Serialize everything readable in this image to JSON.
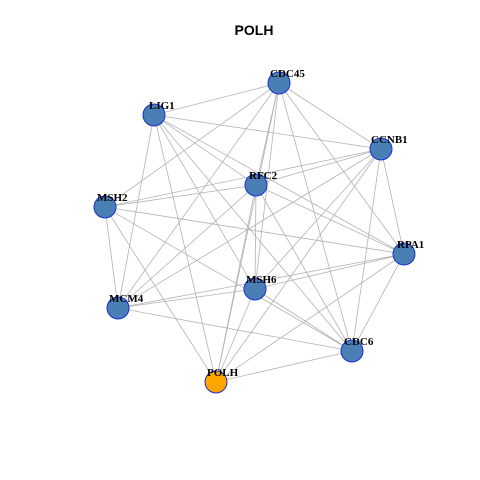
{
  "title": "POLH",
  "colors": {
    "node_default": "#4a7fb5",
    "node_highlight": "#ffa500",
    "node_border": "#1a2fd0",
    "edge": "#b3b3b3"
  },
  "network": {
    "highlight": "POLH",
    "nodes": [
      "CDC45",
      "LIG1",
      "CCNB1",
      "RFC2",
      "MSH2",
      "RPA1",
      "MSH6",
      "MCM4",
      "CDC6",
      "POLH"
    ],
    "edges": [
      [
        "CDC45",
        "LIG1"
      ],
      [
        "CDC45",
        "CCNB1"
      ],
      [
        "CDC45",
        "RFC2"
      ],
      [
        "CDC45",
        "MSH2"
      ],
      [
        "CDC45",
        "RPA1"
      ],
      [
        "CDC45",
        "MSH6"
      ],
      [
        "CDC45",
        "MCM4"
      ],
      [
        "CDC45",
        "CDC6"
      ],
      [
        "CDC45",
        "POLH"
      ],
      [
        "LIG1",
        "CCNB1"
      ],
      [
        "LIG1",
        "RFC2"
      ],
      [
        "LIG1",
        "RPA1"
      ],
      [
        "LIG1",
        "MSH6"
      ],
      [
        "LIG1",
        "MCM4"
      ],
      [
        "LIG1",
        "CDC6"
      ],
      [
        "LIG1",
        "POLH"
      ],
      [
        "CCNB1",
        "RFC2"
      ],
      [
        "CCNB1",
        "MSH2"
      ],
      [
        "CCNB1",
        "RPA1"
      ],
      [
        "CCNB1",
        "MSH6"
      ],
      [
        "CCNB1",
        "MCM4"
      ],
      [
        "CCNB1",
        "CDC6"
      ],
      [
        "CCNB1",
        "POLH"
      ],
      [
        "RFC2",
        "MSH2"
      ],
      [
        "RFC2",
        "RPA1"
      ],
      [
        "RFC2",
        "MSH6"
      ],
      [
        "RFC2",
        "MCM4"
      ],
      [
        "RFC2",
        "CDC6"
      ],
      [
        "RFC2",
        "POLH"
      ],
      [
        "MSH2",
        "RPA1"
      ],
      [
        "MSH2",
        "MCM4"
      ],
      [
        "MSH2",
        "CDC6"
      ],
      [
        "MSH2",
        "POLH"
      ],
      [
        "RPA1",
        "MSH6"
      ],
      [
        "RPA1",
        "MCM4"
      ],
      [
        "RPA1",
        "CDC6"
      ],
      [
        "RPA1",
        "POLH"
      ],
      [
        "MSH6",
        "MCM4"
      ],
      [
        "MSH6",
        "CDC6"
      ],
      [
        "MSH6",
        "POLH"
      ],
      [
        "MCM4",
        "CDC6"
      ],
      [
        "CDC6",
        "POLH"
      ]
    ]
  }
}
